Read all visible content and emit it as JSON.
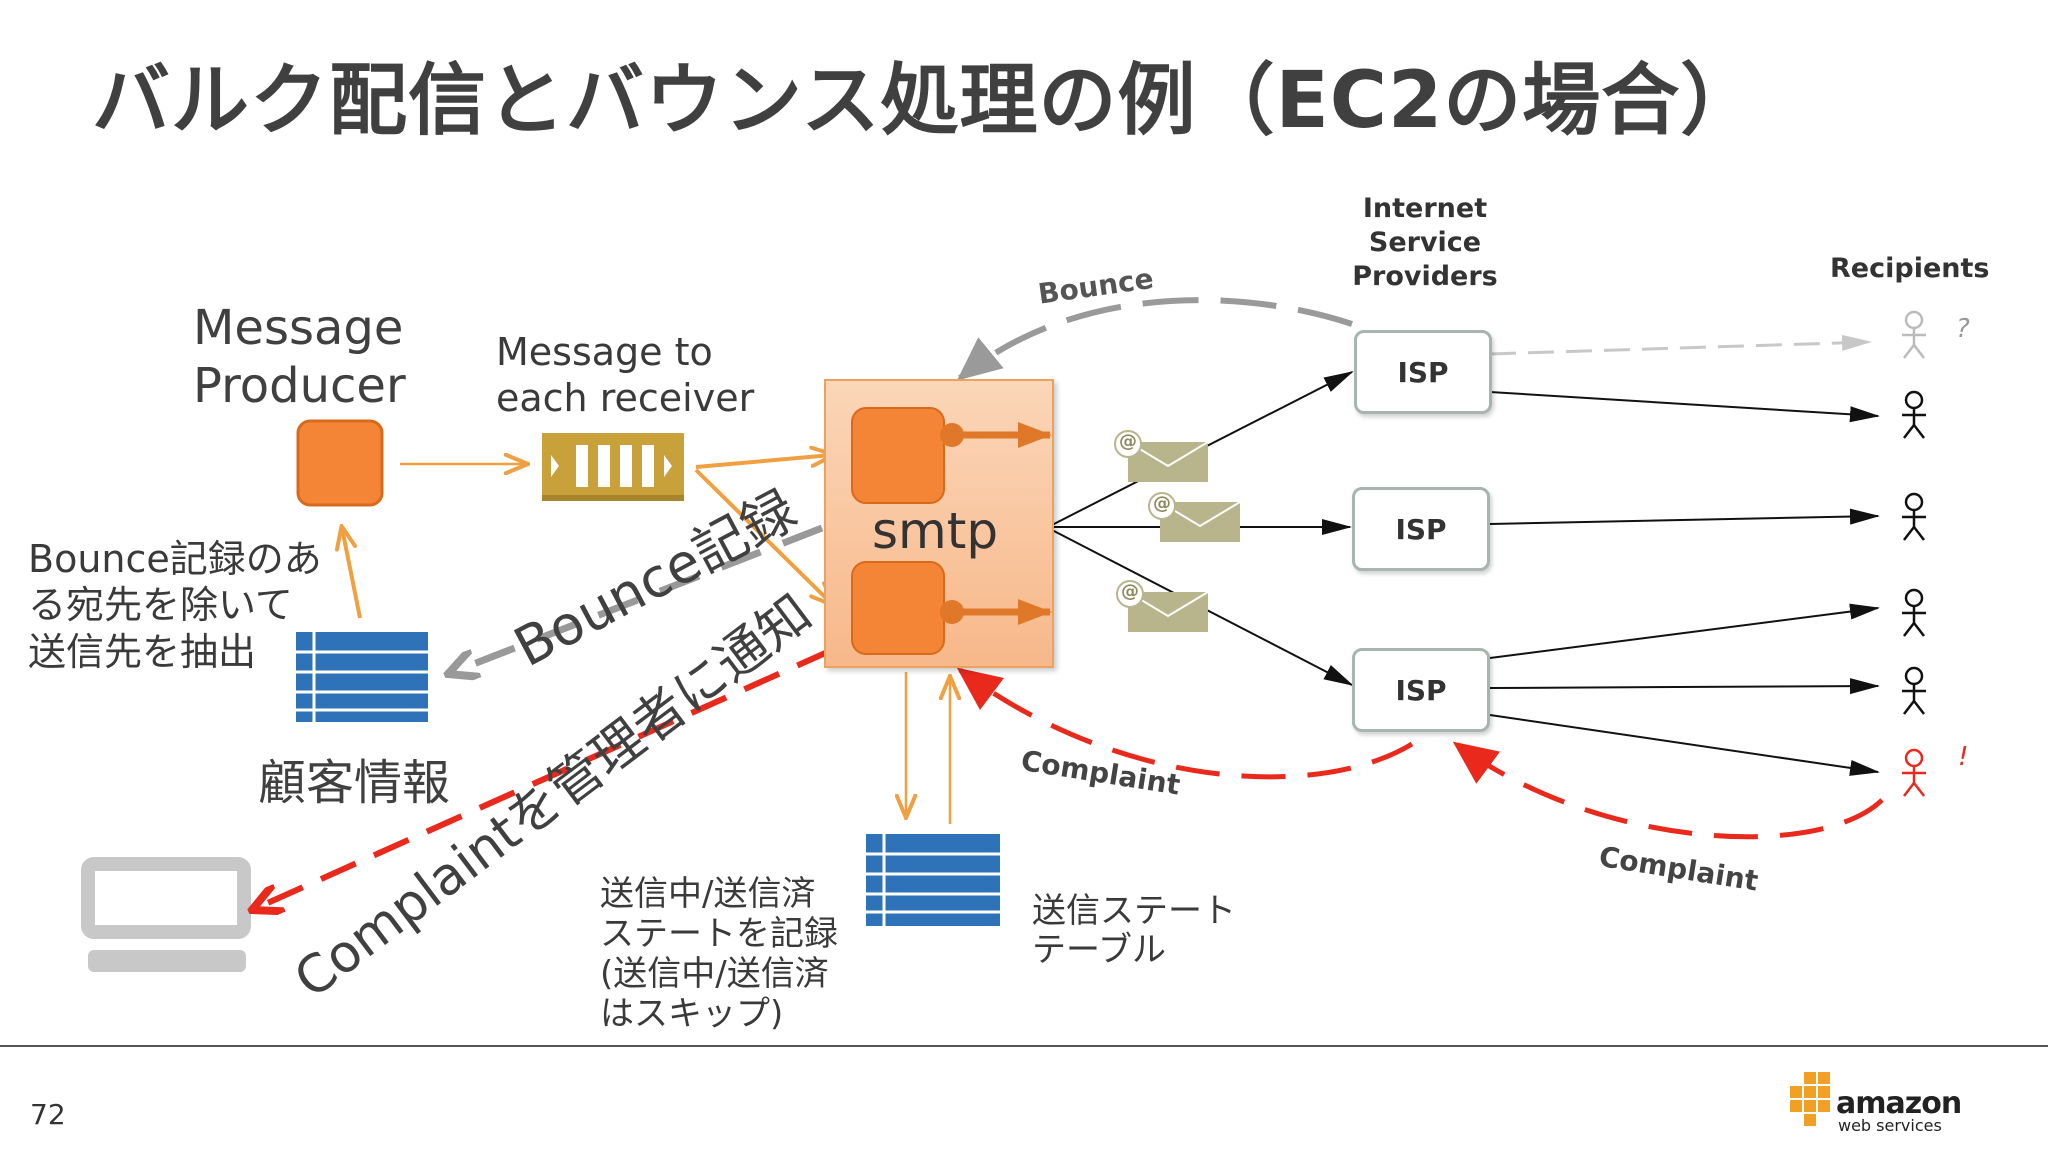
{
  "title": "バルク配信とバウンス処理の例（EC2の場合）",
  "producer_label": [
    "Message",
    "Producer"
  ],
  "queue_label": [
    "Message to",
    "each receiver"
  ],
  "smtp_label": "smtp",
  "bounce_extract_note": [
    "Bounce記録のあ",
    "る宛先を除いて",
    "送信先を抽出"
  ],
  "customer_db_label": "顧客情報",
  "bounce_record_label": "Bounce記録",
  "complaint_notify_label": "Complaintを管理者に通知",
  "state_record_note": [
    "送信中/送信済",
    "ステートを記録",
    "(送信中/送信済",
    "はスキップ)"
  ],
  "state_table_label": [
    "送信ステート",
    "テーブル"
  ],
  "isp_header": [
    "Internet",
    "Service",
    "Providers"
  ],
  "recipients_header": "Recipients",
  "isp_boxes": [
    "ISP",
    "ISP",
    "ISP"
  ],
  "bounce_curve_label": "Bounce",
  "complaint_curve_label_1": "Complaint",
  "complaint_curve_label_2": "Complaint",
  "unknown_marker": "?",
  "alert_marker": "!",
  "email_at_symbol": "@",
  "page_number": "72",
  "logo": {
    "word": "amazon",
    "sub": "web services"
  },
  "colors": {
    "orange": "#f58536",
    "blue": "#2e73b8",
    "red": "#e8291c",
    "gray_dash": "#999999",
    "queue": "#c9a13b"
  }
}
